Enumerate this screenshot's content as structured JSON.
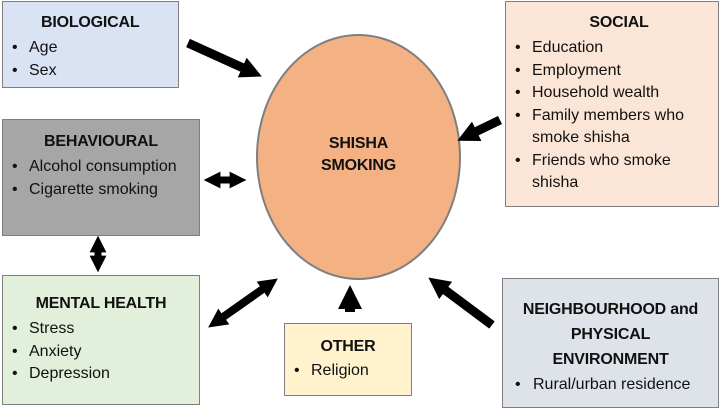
{
  "center": {
    "line1": "SHISHA",
    "line2": "SMOKING"
  },
  "biological": {
    "title": "BIOLOGICAL",
    "items": [
      "Age",
      "Sex"
    ]
  },
  "behavioural": {
    "title": "BEHAVIOURAL",
    "items": [
      "Alcohol consumption",
      "Cigarette smoking"
    ]
  },
  "mental_health": {
    "title": "MENTAL HEALTH",
    "items": [
      "Stress",
      "Anxiety",
      "Depression"
    ]
  },
  "social": {
    "title": "SOCIAL",
    "items": [
      "Education",
      "Employment",
      "Household wealth",
      "Family members who smoke shisha",
      "Friends who smoke shisha"
    ]
  },
  "neighbourhood": {
    "title_line1": "NEIGHBOURHOOD and",
    "title_line2": "PHYSICAL",
    "title_line3": "ENVIRONMENT",
    "items": [
      "Rural/urban residence"
    ]
  },
  "other": {
    "title": "OTHER",
    "items": [
      "Religion"
    ]
  },
  "colors": {
    "center_fill": "#f4b183",
    "biological": "#dae3f3",
    "behavioural": "#a6a6a6",
    "mental_health": "#e2efda",
    "social": "#fbe5d6",
    "neighbourhood": "#dee3ea",
    "other": "#fff2cc",
    "arrow": "#000000"
  }
}
